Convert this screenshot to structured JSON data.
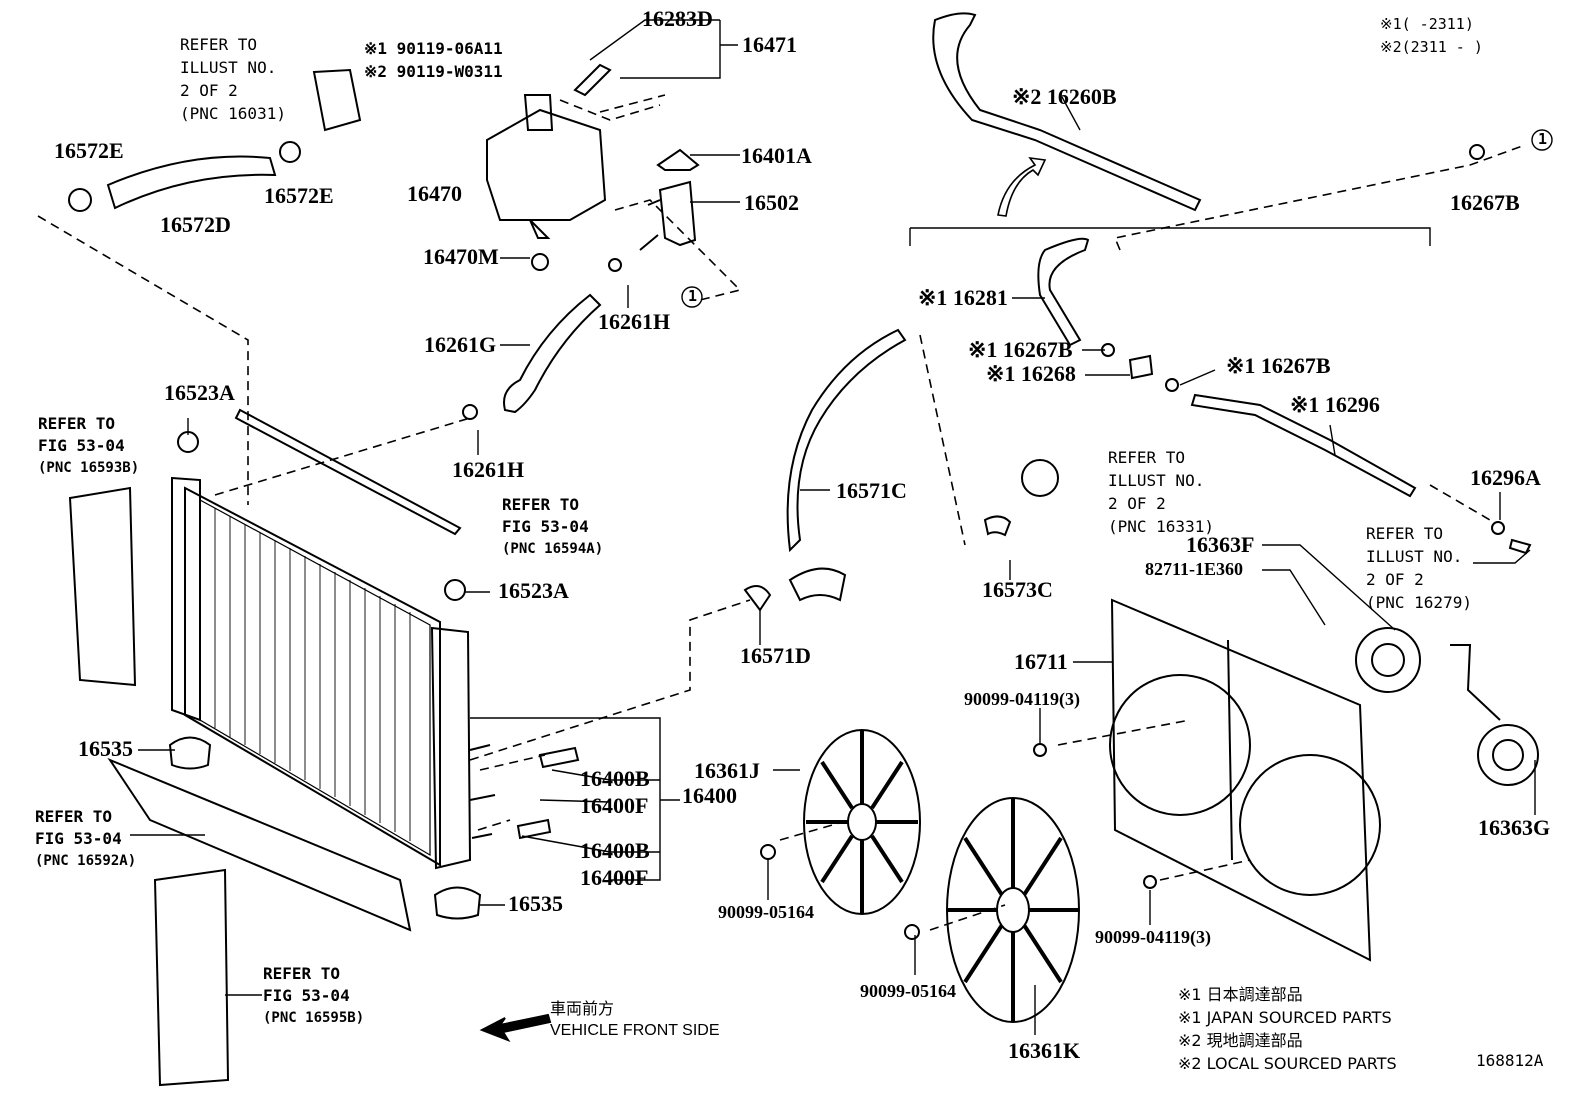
{
  "legend_top": {
    "l1_mark": "※1",
    "l1_text": "(      -2311)",
    "l2_mark": "※2",
    "l2_text": "(2311 -      )"
  },
  "parts": [
    {
      "id": "p16283D",
      "text": "16283D"
    },
    {
      "id": "p16471",
      "text": "16471"
    },
    {
      "id": "p9011906A11",
      "text": "※1 90119-06A11"
    },
    {
      "id": "p90119W0311",
      "text": "※2 90119-W0311"
    },
    {
      "id": "p16572E_a",
      "text": "16572E"
    },
    {
      "id": "p16572E_b",
      "text": "16572E"
    },
    {
      "id": "p16572D",
      "text": "16572D"
    },
    {
      "id": "p16470",
      "text": "16470"
    },
    {
      "id": "p16401A",
      "text": "16401A"
    },
    {
      "id": "p16502",
      "text": "16502"
    },
    {
      "id": "p16470M",
      "text": "16470M"
    },
    {
      "id": "p16261H_a",
      "text": "16261H"
    },
    {
      "id": "p16261G",
      "text": "16261G"
    },
    {
      "id": "p16261H_b",
      "text": "16261H"
    },
    {
      "id": "p16523A_a",
      "text": "16523A"
    },
    {
      "id": "p16523A_b",
      "text": "16523A"
    },
    {
      "id": "p16535_a",
      "text": "16535"
    },
    {
      "id": "p16535_b",
      "text": "16535"
    },
    {
      "id": "p16400B_a",
      "text": "16400B"
    },
    {
      "id": "p16400F_a",
      "text": "16400F"
    },
    {
      "id": "p16400",
      "text": "16400"
    },
    {
      "id": "p16400B_b",
      "text": "16400B"
    },
    {
      "id": "p16400F_b",
      "text": "16400F"
    },
    {
      "id": "p16260B",
      "text": "※2 16260B"
    },
    {
      "id": "p16267B_top",
      "text": "16267B"
    },
    {
      "id": "p16281",
      "text": "※1 16281"
    },
    {
      "id": "p16267B_l",
      "text": "※1 16267B"
    },
    {
      "id": "p16268",
      "text": "※1 16268"
    },
    {
      "id": "p16267B_r",
      "text": "※1 16267B"
    },
    {
      "id": "p16296",
      "text": "※1 16296"
    },
    {
      "id": "p16296A",
      "text": "16296A"
    },
    {
      "id": "p16571C",
      "text": "16571C"
    },
    {
      "id": "p16573C",
      "text": "16573C"
    },
    {
      "id": "p16571D",
      "text": "16571D"
    },
    {
      "id": "p16363F",
      "text": "16363F"
    },
    {
      "id": "p827111E360",
      "text": "82711-1E360"
    },
    {
      "id": "p16711",
      "text": "16711"
    },
    {
      "id": "p9009904119_a",
      "text": "90099-04119(3)"
    },
    {
      "id": "p16361J",
      "text": "16361J"
    },
    {
      "id": "p16363G",
      "text": "16363G"
    },
    {
      "id": "p9009905164_a",
      "text": "90099-05164"
    },
    {
      "id": "p9009905164_b",
      "text": "90099-05164"
    },
    {
      "id": "p9009904119_b",
      "text": "90099-04119(3)"
    },
    {
      "id": "p16361K",
      "text": "16361K"
    }
  ],
  "refers": [
    {
      "id": "r1",
      "lines": [
        "REFER TO",
        "ILLUST NO.",
        "2 OF 2",
        "(PNC 16031)"
      ]
    },
    {
      "id": "r2",
      "lines": [
        "REFER TO",
        "FIG 53-04",
        "(PNC 16593B)"
      ]
    },
    {
      "id": "r3",
      "lines": [
        "REFER TO",
        "FIG 53-04",
        "(PNC 16594A)"
      ]
    },
    {
      "id": "r4",
      "lines": [
        "REFER TO",
        "FIG 53-04",
        "(PNC 16592A)"
      ]
    },
    {
      "id": "r5",
      "lines": [
        "REFER TO",
        "FIG 53-04",
        "(PNC 16595B)"
      ]
    },
    {
      "id": "r6",
      "lines": [
        "REFER TO",
        "ILLUST NO.",
        "2 OF 2",
        "(PNC 16331)"
      ]
    },
    {
      "id": "r7",
      "lines": [
        "REFER TO",
        "ILLUST NO.",
        "2 OF 2",
        "(PNC 16279)"
      ]
    }
  ],
  "circle_ref": "1",
  "vehicle_front": {
    "jp": "車両前方",
    "en": "VEHICLE FRONT SIDE"
  },
  "bottom_legend": {
    "l1": "※1 日本調達部品",
    "l2": "※1 JAPAN SOURCED PARTS",
    "l3": "※2 現地調達部品",
    "l4": "※2 LOCAL SOURCED PARTS"
  },
  "figure_id": "168812A"
}
